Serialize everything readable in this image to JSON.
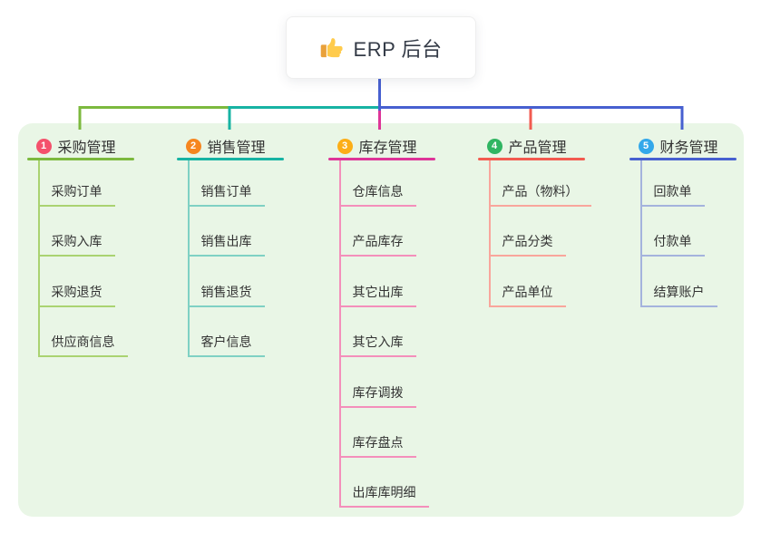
{
  "root": {
    "title": "ERP 后台",
    "icon": "thumbs-up-icon"
  },
  "colors": {
    "canvas_bg": "#ffffff",
    "panel_bg": "#e9f6e6",
    "node_bg": "#ffffff",
    "text": "#333333",
    "root_text": "#343b47",
    "root_line": "#4760d0"
  },
  "branches": [
    {
      "index": "1",
      "label": "采购管理",
      "badge_color": "#f4516c",
      "line_color": "#7cb93e",
      "item_line_color": "#aad371",
      "children": [
        "采购订单",
        "采购入库",
        "采购退货",
        "供应商信息"
      ]
    },
    {
      "index": "2",
      "label": "销售管理",
      "badge_color": "#f6861f",
      "line_color": "#17b3a3",
      "item_line_color": "#7fd1c4",
      "children": [
        "销售订单",
        "销售出库",
        "销售退货",
        "客户信息"
      ]
    },
    {
      "index": "3",
      "label": "库存管理",
      "badge_color": "#fcae17",
      "line_color": "#de3598",
      "item_line_color": "#f48fbb",
      "children": [
        "仓库信息",
        "产品库存",
        "其它出库",
        "其它入库",
        "库存调拨",
        "库存盘点",
        "出库库明细"
      ]
    },
    {
      "index": "4",
      "label": "产品管理",
      "badge_color": "#30b562",
      "line_color": "#f25b50",
      "item_line_color": "#f9a69c",
      "children": [
        "产品（物料）",
        "产品分类",
        "产品单位"
      ]
    },
    {
      "index": "5",
      "label": "财务管理",
      "badge_color": "#33a8ea",
      "line_color": "#4760d0",
      "item_line_color": "#a4b3dd",
      "children": [
        "回款单",
        "付款单",
        "结算账户"
      ]
    }
  ]
}
